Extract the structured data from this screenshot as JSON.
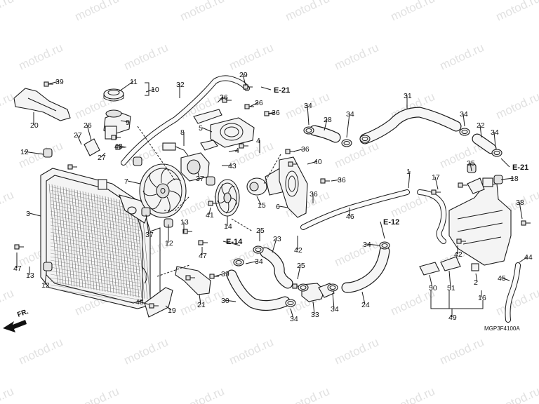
{
  "fr_label": "FR.",
  "diagram_code": "MGP3F4100A",
  "watermark": "motod.ru",
  "part_labels": [
    "1",
    "2",
    "3",
    "4",
    "5",
    "6",
    "7",
    "8",
    "9",
    "10",
    "11",
    "12",
    "13",
    "14",
    "15",
    "16",
    "17",
    "18",
    "19",
    "20",
    "21",
    "22",
    "23",
    "24",
    "25",
    "26",
    "27",
    "28",
    "29",
    "30",
    "31",
    "32",
    "33",
    "34",
    "35",
    "36",
    "37",
    "38",
    "39",
    "40",
    "41",
    "42",
    "43",
    "44",
    "45",
    "46",
    "47",
    "48",
    "49",
    "50",
    "51"
  ],
  "section_refs": [
    "E-21",
    "E-21",
    "E-12",
    "E-14"
  ]
}
